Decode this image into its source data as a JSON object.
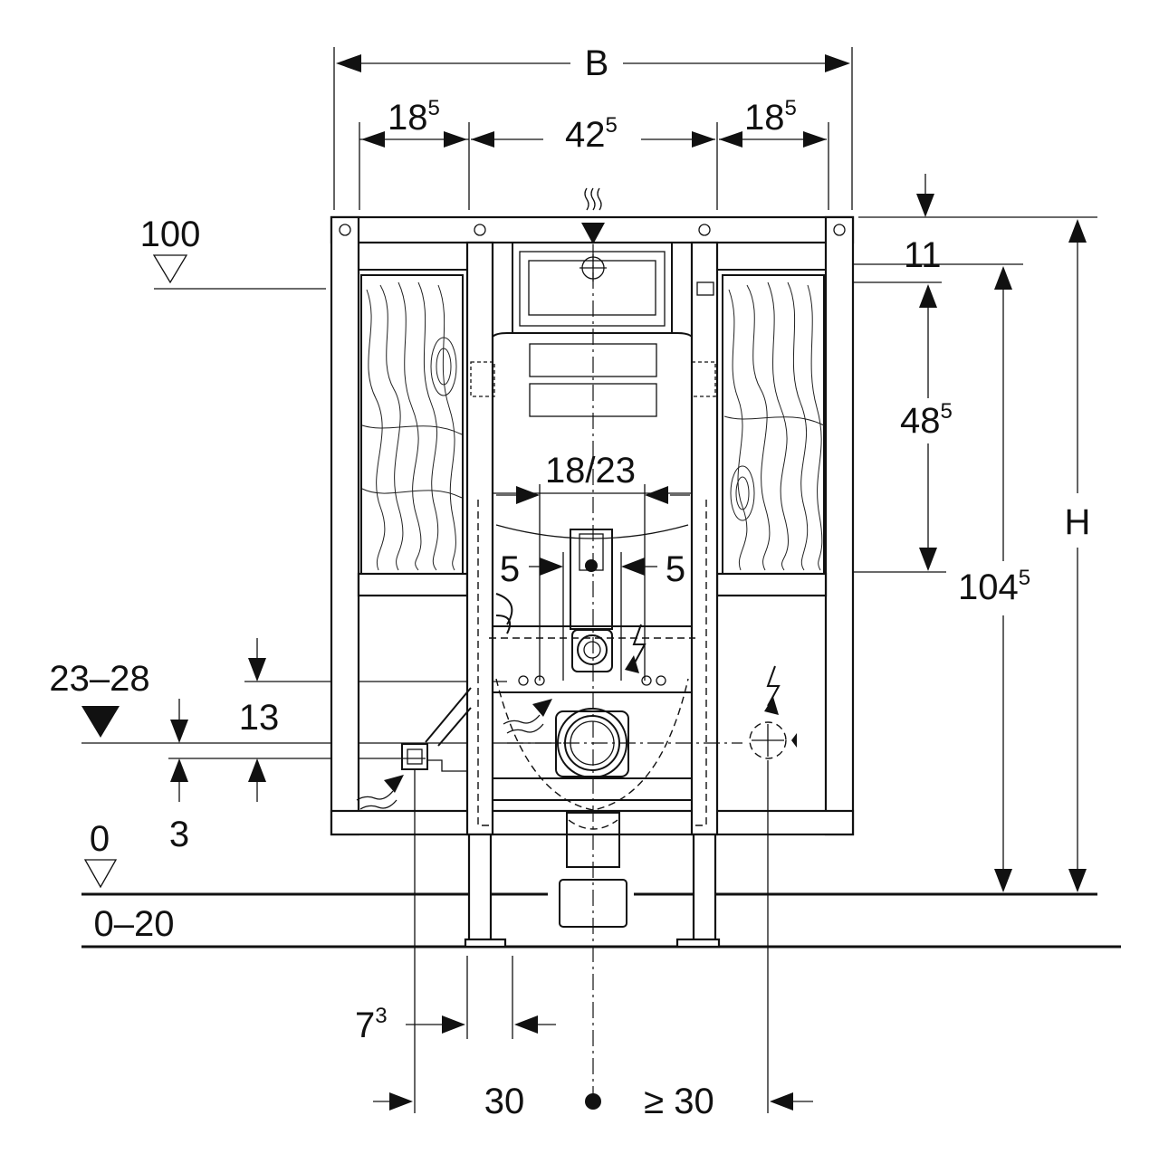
{
  "dimensions": {
    "width_label": "B",
    "side_left": {
      "base": "18",
      "sup": "5"
    },
    "middle": {
      "base": "42",
      "sup": "5"
    },
    "side_right": {
      "base": "18",
      "sup": "5"
    },
    "top_offset": "11",
    "actuator_height": {
      "base": "48",
      "sup": "5"
    },
    "frame_height_label": "H",
    "total_height": {
      "base": "104",
      "sup": "5"
    },
    "level_100": "100",
    "pipe_spacing": "18/23",
    "offset_left": "5",
    "offset_right": "5",
    "outlet_range": "23–28",
    "outlet_gap": "13",
    "supply_gap": "3",
    "floor_level": "0",
    "floor_range": "0–20",
    "foot_offset": {
      "base": "7",
      "sup": "3"
    },
    "center_left": "30",
    "center_right": "≥ 30"
  },
  "icons": [
    "water-supply-icon",
    "electrical-connection-icon",
    "level-marker-icon",
    "drain-outlet-icon"
  ]
}
